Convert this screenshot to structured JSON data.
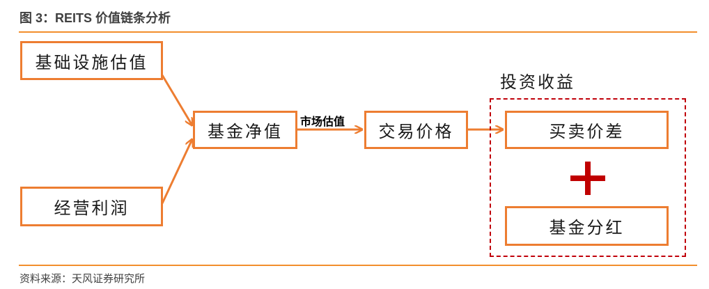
{
  "title": "图 3：REITS 价值链条分析",
  "nodes": {
    "infra_valuation": "基础设施估值",
    "operating_profit": "经营利润",
    "fund_nav": "基金净值",
    "trading_price": "交易价格",
    "spread": "买卖价差",
    "fund_dividend": "基金分红"
  },
  "edge_label_market_valuation": "市场估值",
  "group_label": "投资收益",
  "source": "资料来源：天风证券研究所",
  "colors": {
    "accent": "#ed7d31",
    "rule": "#f28e2c",
    "dashed": "#c0000a",
    "plus": "#c00000"
  }
}
